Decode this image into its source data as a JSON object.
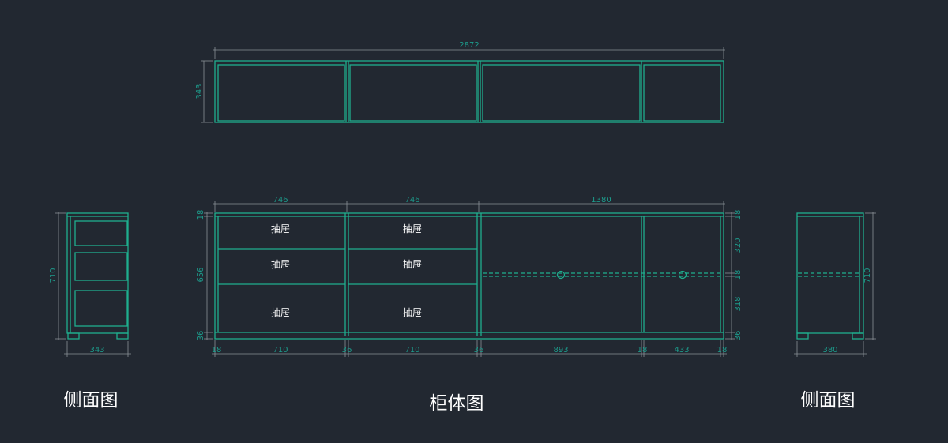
{
  "top_view": {
    "overall_width": "2872",
    "depth": "343"
  },
  "front_view": {
    "section_widths": [
      "746",
      "746",
      "1380"
    ],
    "drawer_label": "抽屉",
    "height_left": {
      "top_board": "18",
      "body": "656",
      "base": "36"
    },
    "height_right": {
      "top_board": "18",
      "upper": "320",
      "shelf": "18",
      "lower": "318",
      "base": "36"
    },
    "bottom_dims": [
      "18",
      "710",
      "36",
      "710",
      "36",
      "893",
      "18",
      "433",
      "18"
    ]
  },
  "left_side": {
    "height": "710",
    "depth": "343"
  },
  "right_side": {
    "height": "710",
    "depth": "380"
  },
  "titles": {
    "left": "侧面图",
    "center": "柜体图",
    "right": "侧面图"
  },
  "colors": {
    "background": "#222831",
    "line": "#1fae8e",
    "dimension_text": "#1d9c8c",
    "dimension_line": "#8a9096"
  }
}
